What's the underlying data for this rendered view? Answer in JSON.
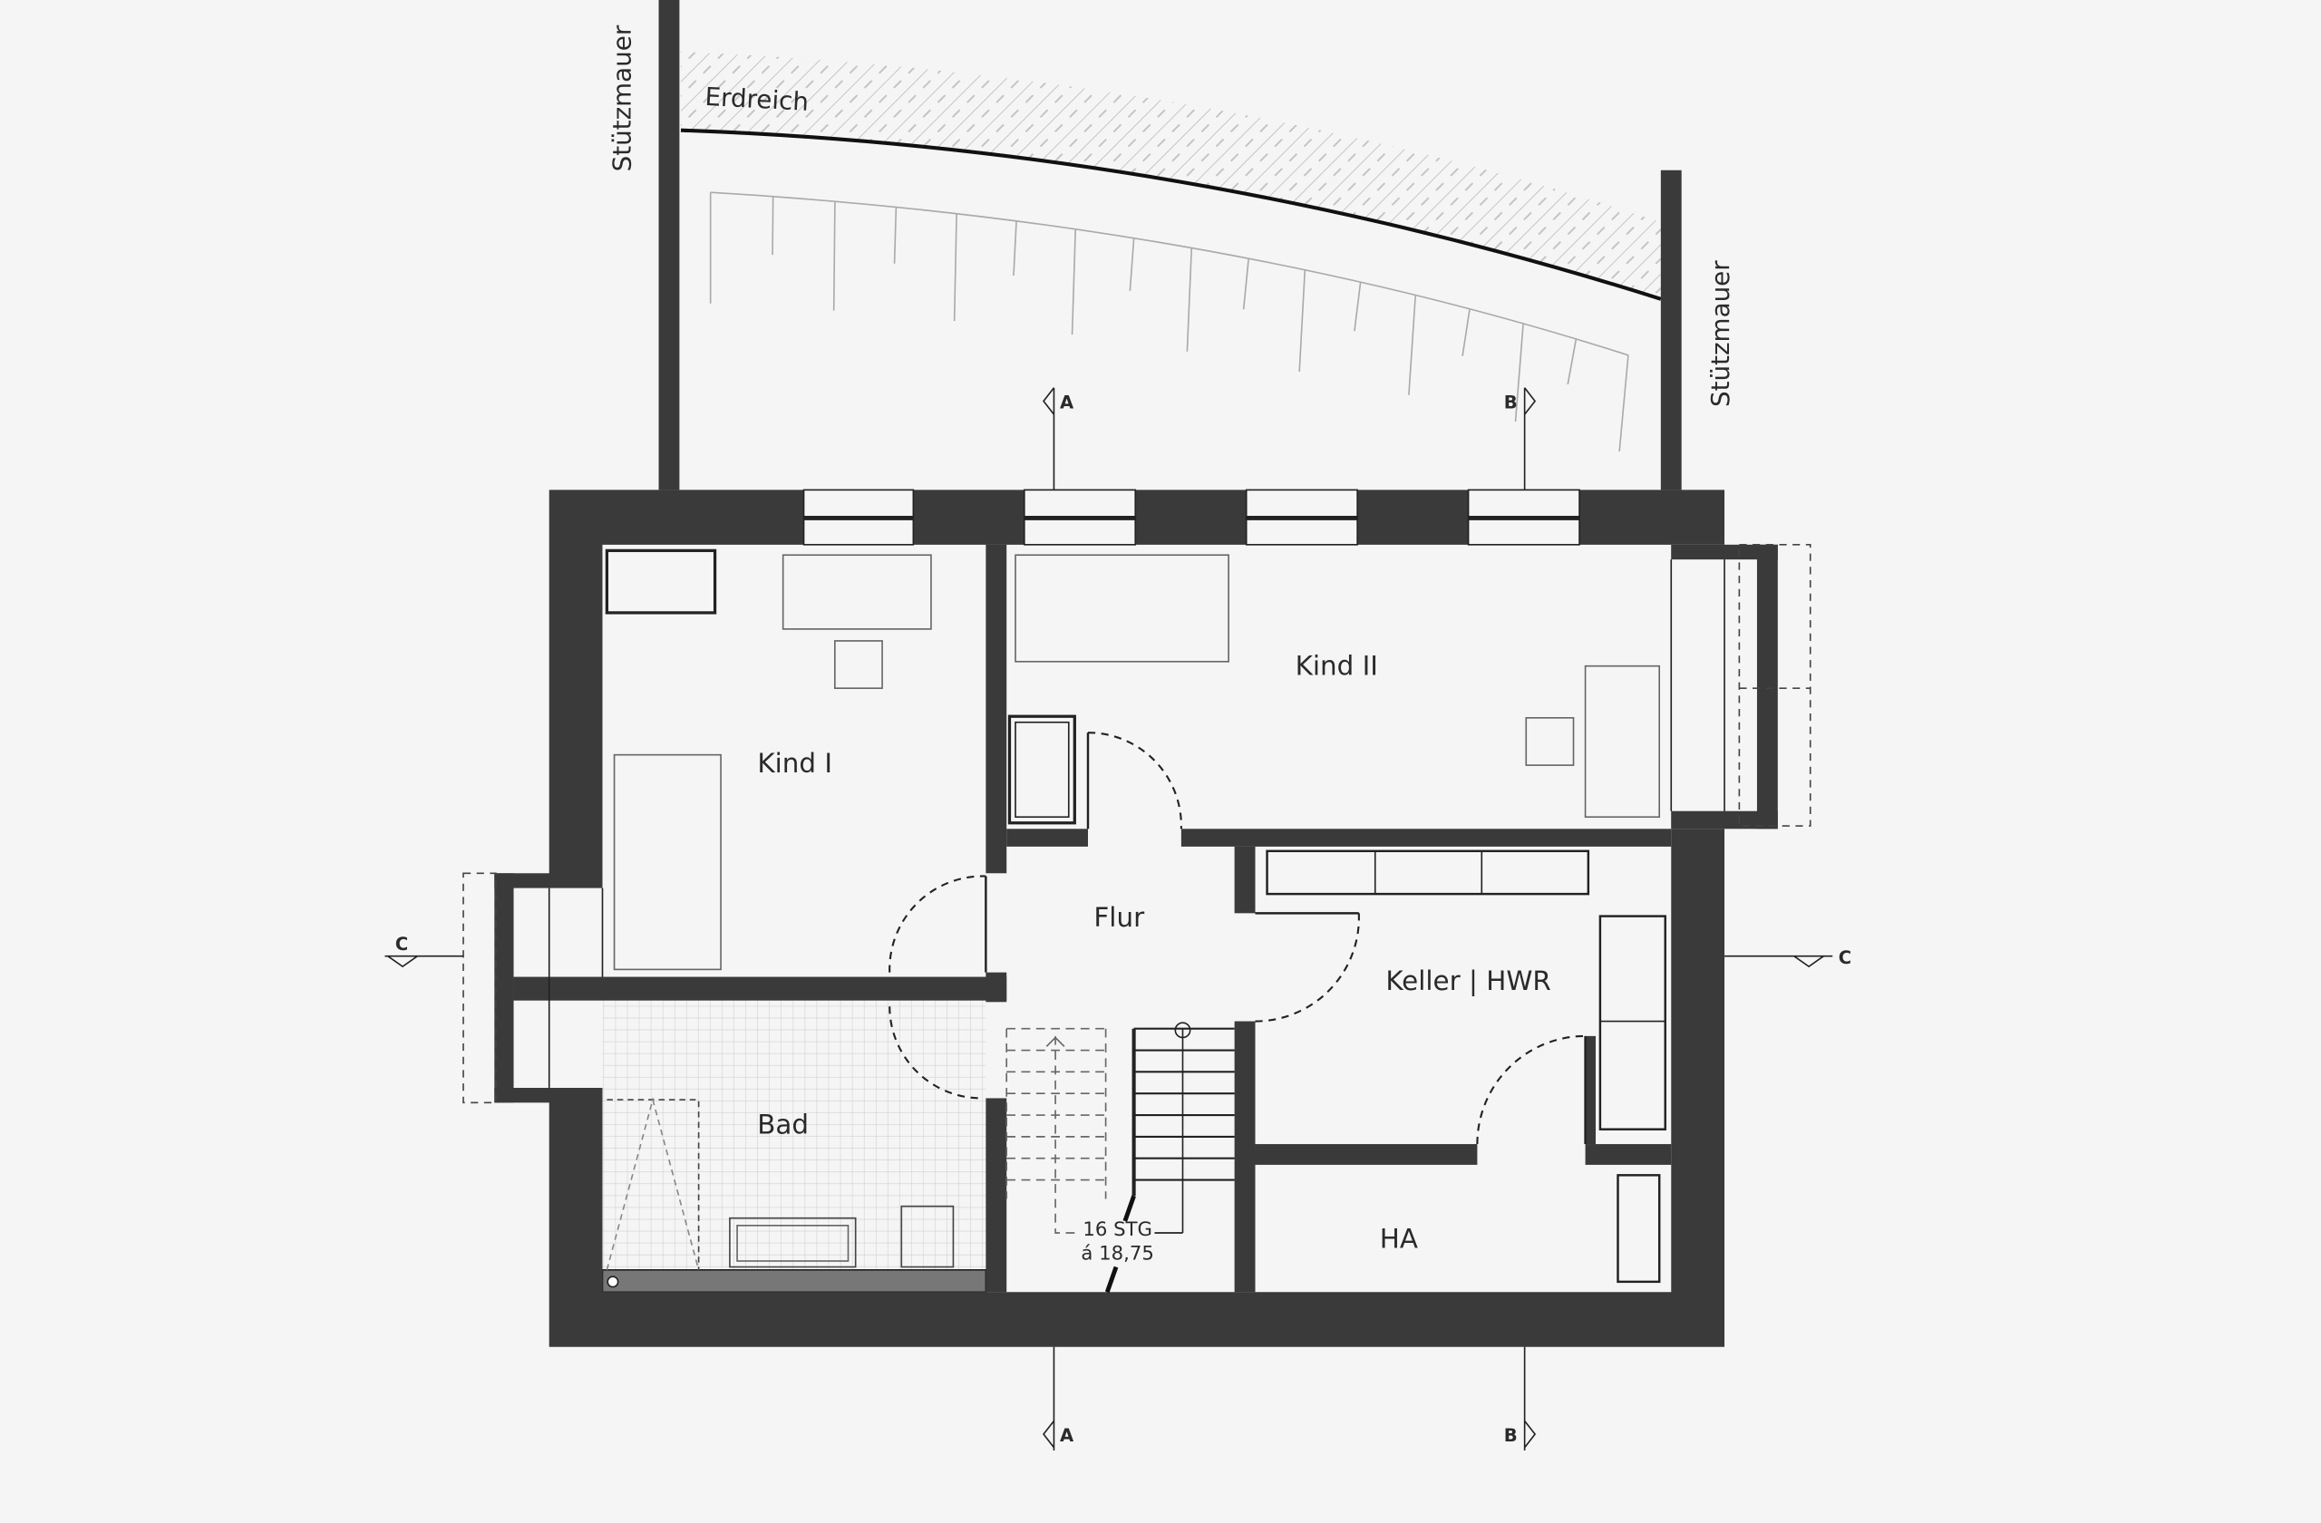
{
  "labels": {
    "retaining_wall_left": "Stützmauer",
    "retaining_wall_right": "Stützmauer",
    "soil": "Erdreich",
    "room_kind1": "Kind I",
    "room_kind2": "Kind II",
    "room_flur": "Flur",
    "room_keller": "Keller | HWR",
    "room_bad": "Bad",
    "room_ha": "HA",
    "stairs_count": "16 STG",
    "stairs_rise": "á 18,75"
  },
  "section_markers": {
    "a": "A",
    "b": "B",
    "c": "C"
  },
  "colors": {
    "wall": "#3a3a3a",
    "background": "#f5f5f5",
    "line": "#1a1a1a",
    "light_line": "#b8b8b8"
  }
}
